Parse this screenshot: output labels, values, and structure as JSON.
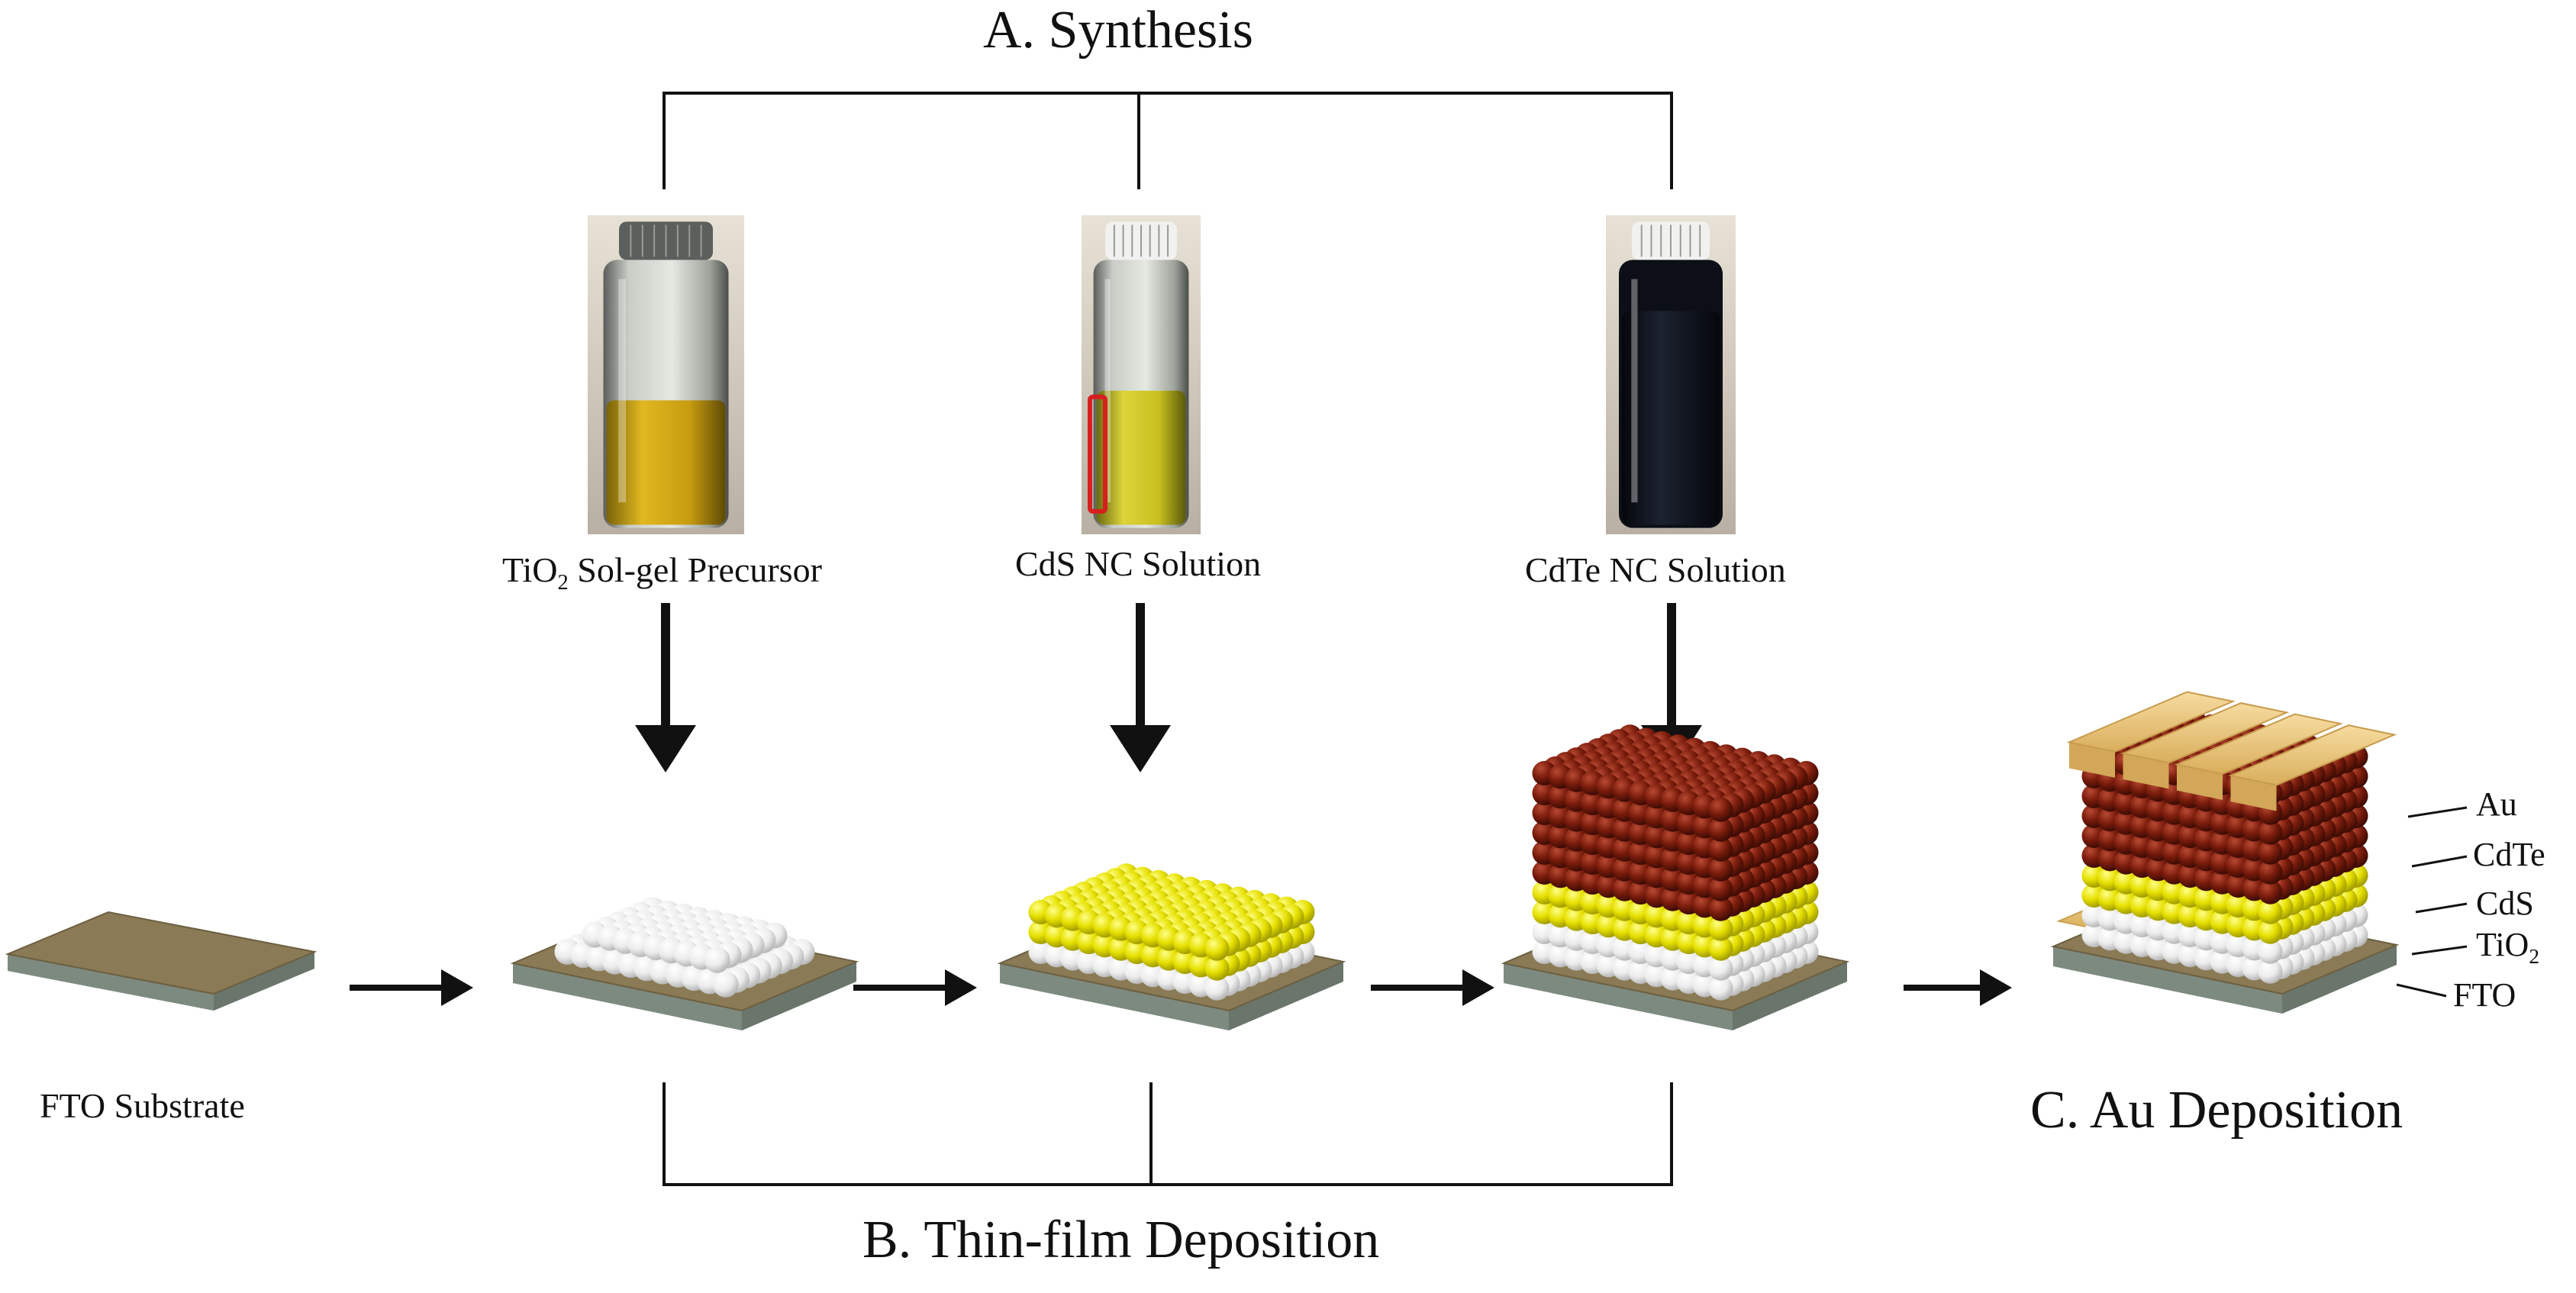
{
  "sections": {
    "synthesis": "A. Synthesis",
    "thin_film": "B. Thin-film Deposition",
    "au_deposition": "C. Au Deposition"
  },
  "captions": {
    "tio2_prefix": "TiO",
    "tio2_sub": "2",
    "tio2_suffix": " Sol-gel Precursor",
    "cds": "CdS NC Solution",
    "cdte": "CdTe NC Solution",
    "fto": "FTO Substrate"
  },
  "layers": {
    "au": "Au",
    "cdte": "CdTe",
    "cds": "CdS",
    "tio2_prefix": "TiO",
    "tio2_sub": "2",
    "fto": "FTO"
  },
  "colors": {
    "substrate_top": "#8a7a55",
    "substrate_side": "#7f8a80",
    "tio2": "#f2f2f2",
    "cds": "#e6e000",
    "cdte": "#7a1c0c",
    "au": "#e8c57a",
    "tio2_liquid": "#d9b21a",
    "cds_liquid": "#d8cf20",
    "cdte_liquid": "#141822"
  }
}
